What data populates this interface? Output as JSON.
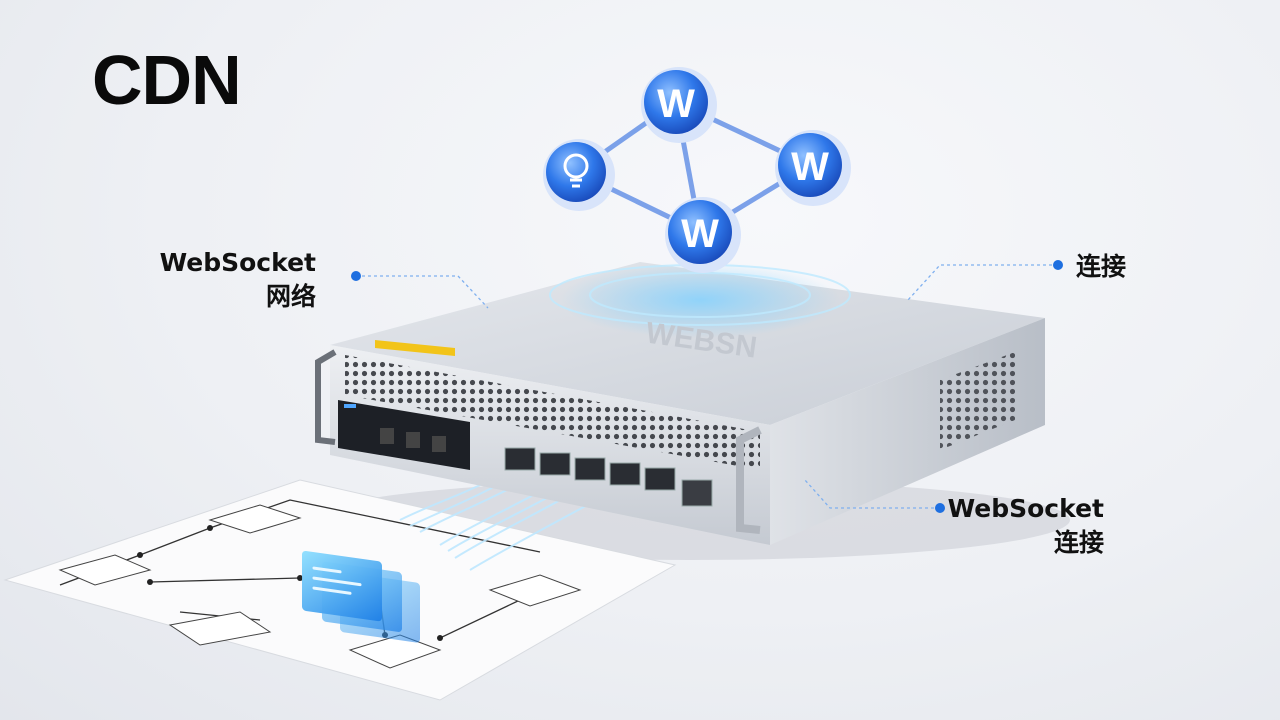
{
  "title": "CDN",
  "callouts": {
    "left": {
      "line1": "WebSocket",
      "line2": "网络"
    },
    "right_top": {
      "line1": "连接"
    },
    "right_bottom": {
      "line1": "WebSocket",
      "line2": "连接"
    }
  },
  "nodes": [
    {
      "label": "W"
    },
    {
      "label": "W"
    },
    {
      "label": "W"
    },
    {
      "icon": "lightbulb-icon"
    }
  ],
  "device": {
    "top_mark": "WEBSN"
  },
  "colors": {
    "accent": "#1e6fe0",
    "node_blue": "#2a72e6",
    "chassis": "#d7dbe2",
    "text": "#111111"
  }
}
